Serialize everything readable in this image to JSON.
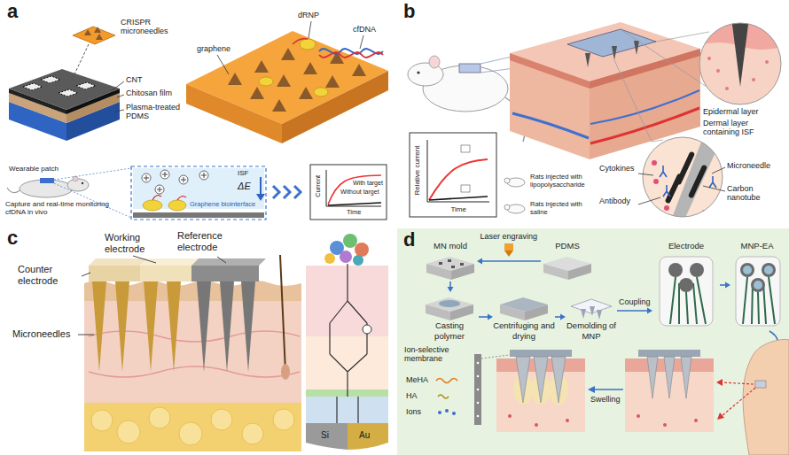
{
  "diagram": {
    "nodes": [
      {
        "text": [
          "MN mold"
        ]
      },
      {
        "text": [
          "PDMS"
        ]
      },
      {
        "text": [
          "Casting polymer"
        ]
      },
      {
        "text": [
          "Centrifuging and drying"
        ]
      },
      {
        "text": [
          "Demolding of MNP"
        ]
      },
      {
        "text": [
          "Electrode"
        ]
      },
      {
        "text": [
          "MNP-EA"
        ]
      }
    ],
    "edges": [
      {
        "from": 1,
        "to": 0,
        "arrow": "to"
      },
      {
        "from": 0,
        "to": 2,
        "arrow": "to"
      },
      {
        "from": 2,
        "to": 3,
        "arrow": "to"
      },
      {
        "from": 3,
        "to": 4,
        "arrow": "to"
      },
      {
        "from": 4,
        "to": 5,
        "label": "Coupling",
        "arrow": "to"
      },
      {
        "from": 5,
        "to": 6,
        "arrow": "to"
      }
    ],
    "labels": [
      "a",
      "CRISPR microneedles",
      "CNT",
      "Chitosan film",
      "Plasma-treated PDMS",
      "graphene",
      "dRNP",
      "cfDNA",
      "Wearable patch",
      "Capture and real-time monitoring cfDNA in vivo",
      "ISF",
      "ΔE",
      "Graphene biointerface",
      "With target",
      "Without target",
      "Current",
      "Time",
      "b",
      "Epidermal layer",
      "Dermal layer containing ISF",
      "Cytokines",
      "Antibody",
      "Microneedle",
      "Carbon nanotube",
      "Rats injected with lipopolysaccharide",
      "Rats injected with saline",
      "Relative current",
      "Time",
      "c",
      "Working electrode",
      "Reference electrode",
      "Counter electrode",
      "Microneedles",
      "Si",
      "Au",
      "d",
      "Laser engraving",
      "Ion-selective membrane",
      "MeHA",
      "HA",
      "Ions",
      "Swelling"
    ]
  }
}
